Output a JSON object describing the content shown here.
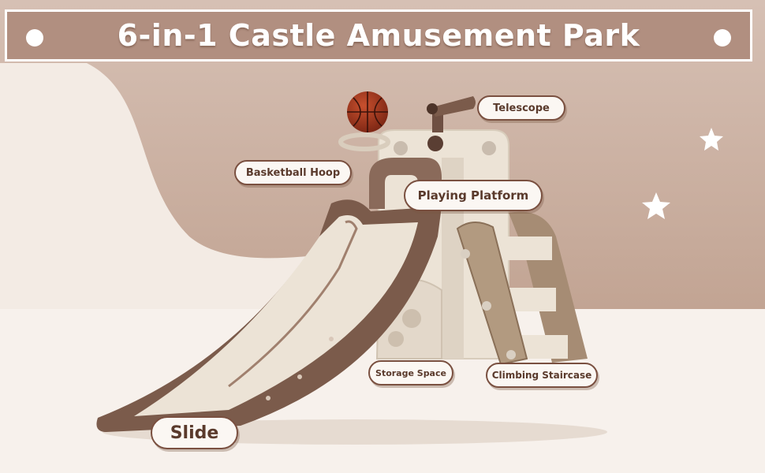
{
  "header": {
    "title": "6-in-1 Castle Amusement Park"
  },
  "labels": {
    "telescope": "Telescope",
    "basketball_hoop": "Basketball Hoop",
    "playing_platform": "Playing Platform",
    "storage_space": "Storage Space",
    "climbing_staircase": "Climbing Staircase",
    "slide": "Slide"
  },
  "colors": {
    "banner_bg": "#b18f80",
    "label_border": "#7a5040",
    "slide_brown": "#7b5b4b",
    "cream": "#ece3d6",
    "floor": "#f7f1ec"
  }
}
